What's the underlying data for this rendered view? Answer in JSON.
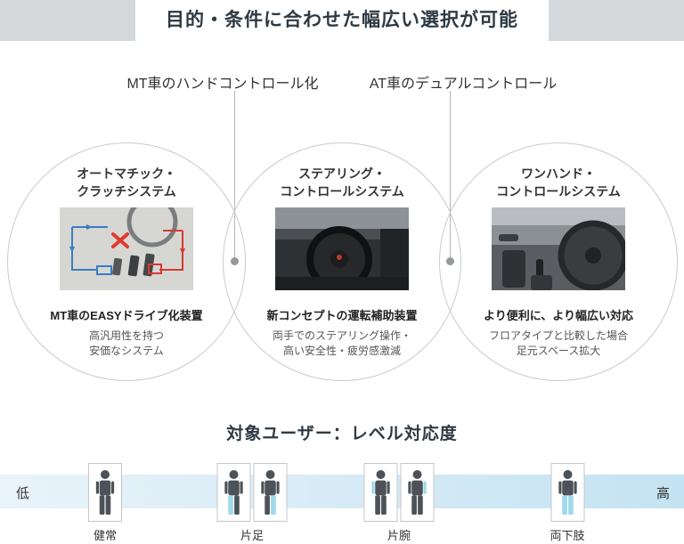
{
  "header": {
    "title": "目的・条件に合わせた幅広い選択が可能"
  },
  "branches": [
    {
      "label": "MT車のハンドコントロール化"
    },
    {
      "label": "AT車のデュアルコントロール"
    }
  ],
  "systems": [
    {
      "title": "オートマチック・\nクラッチシステム",
      "caption": "MT車のEASYドライブ化装置",
      "desc": "高汎用性を持つ\n安価なシステム"
    },
    {
      "title": "ステアリング・\nコントロールシステム",
      "caption": "新コンセプトの運転補助装置",
      "desc": "両手でのステアリング操作・\n高い安全性・疲労感激減"
    },
    {
      "title": "ワンハンド・\nコントロールシステム",
      "caption": "より便利に、より幅広い対応",
      "desc": "フロアタイプと比較した場合\n足元スペース拡大"
    }
  ],
  "user_section": {
    "title": "対象ユーザー：レベル対応度",
    "scale": {
      "low": "低",
      "high": "高"
    },
    "groups": [
      {
        "label": "健常",
        "icons": [
          {
            "highlight": []
          }
        ]
      },
      {
        "label": "片足",
        "icons": [
          {
            "highlight": [
              "leg_l"
            ]
          },
          {
            "highlight": [
              "leg_r"
            ]
          }
        ]
      },
      {
        "label": "片腕",
        "icons": [
          {
            "highlight": [
              "arm_l"
            ]
          },
          {
            "highlight": [
              "arm_r"
            ]
          }
        ]
      },
      {
        "label": "両下肢",
        "icons": [
          {
            "highlight": [
              "leg_l",
              "leg_r"
            ]
          }
        ]
      }
    ]
  },
  "colors": {
    "header_gray": "#d4d8db",
    "person_base": "#4c5257",
    "person_highlight": "#9ed9ec",
    "accent_blue": "#3b7dc4",
    "accent_red": "#d63a2f",
    "band_start": "#e9f4fa",
    "band_end": "#c4e3f2"
  }
}
